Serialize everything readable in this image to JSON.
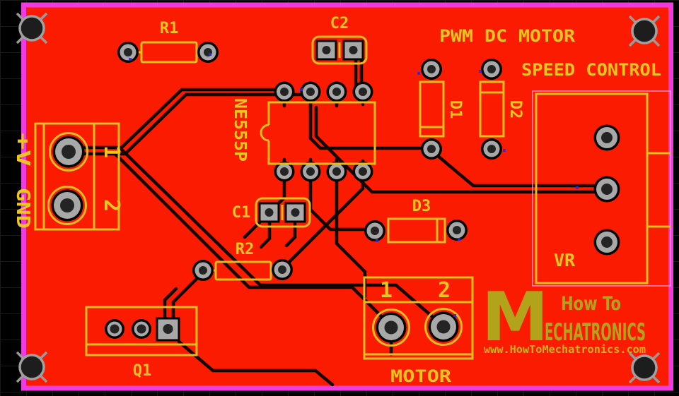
{
  "board": {
    "title_line1": "PWM DC MOTOR",
    "title_line2": "SPEED CONTROL"
  },
  "components": {
    "r1": "R1",
    "r2": "R2",
    "c1": "C1",
    "c2": "C2",
    "d1": "D1",
    "d2": "D2",
    "d3": "D3",
    "q1": "Q1",
    "ic": "NE555P",
    "vr": "VR",
    "motor": "MOTOR"
  },
  "power_terminal": {
    "plus": "+V",
    "gnd": "GND",
    "pin1": "1",
    "pin2": "2"
  },
  "motor_terminal": {
    "pin1": "1",
    "pin2": "2"
  },
  "logo": {
    "initial": "M",
    "line1": "How To",
    "line2": "ECHATRONICS",
    "url": "www.HowToMechatronics.com"
  },
  "colors": {
    "board_red": "#fb1b01",
    "border_magenta": "#ee3ce0",
    "silkscreen_yellow": "#e3bc20",
    "logo_yellow": "#b3a31a",
    "trace_black": "#120300",
    "pad_gray": "#a8a8a8",
    "via_blue": "#2b2bd0",
    "outside_black": "#000000"
  }
}
